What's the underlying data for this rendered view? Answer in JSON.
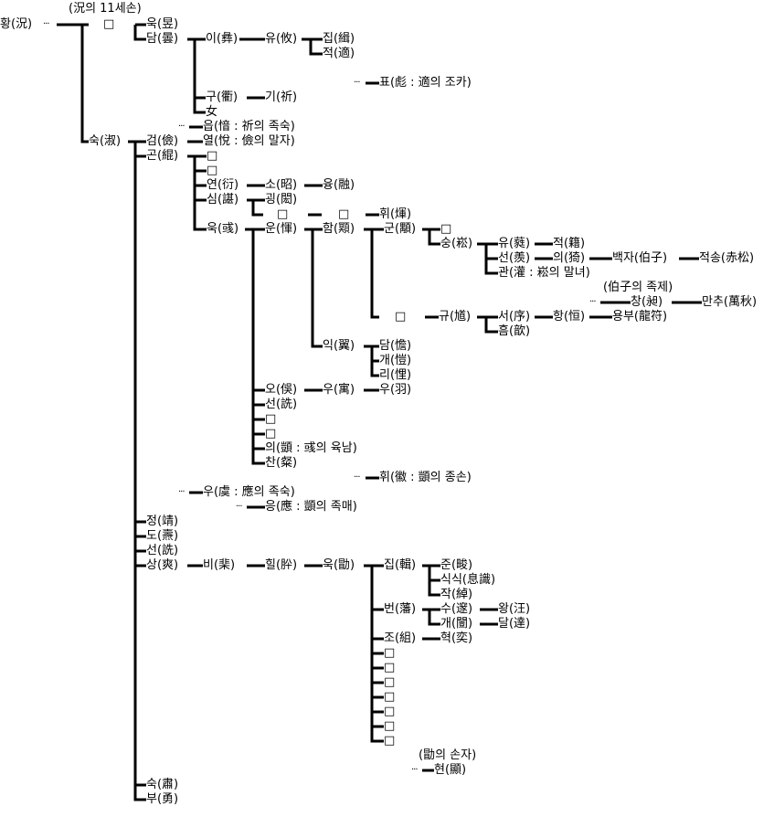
{
  "title_note": "(況의 11세손)",
  "dots": "···",
  "box": "□",
  "dash": "—",
  "n": {
    "hwang": "황(況)",
    "uk_yu": "욱(昱)",
    "dam_un": "담(曇)",
    "i": "이(彝)",
    "yu_you": "유(攸)",
    "jip": "집(緝)",
    "jeok": "적(適)",
    "pyo": "표(彪 : 適의 조카)",
    "gu": "구(衢)",
    "gi": "기(祈)",
    "nyeo": "女",
    "eup": "읍(愔 : 祈의 족숙)",
    "suk_shuk": "숙(淑)",
    "geom": "검(儉)",
    "yeol": "열(悅 : 儉의 말자)",
    "gon": "곤(緄)",
    "yeon": "연(衍)",
    "so": "소(昭)",
    "yung": "융(融)",
    "sim": "심(諶)",
    "goeng": "굉(閎)",
    "hwi_hui": "휘(煇)",
    "uk_huk": "욱(彧)",
    "un": "운(惲)",
    "ham": "함(䫤)",
    "gun": "군(顒)",
    "sung": "숭(崧)",
    "yu_rui": "유(蕤)",
    "jeok_ji": "적(籍)",
    "seon_xian": "선(羨)",
    "ui_yi": "의(猗)",
    "baekja": "백자(伯子)",
    "jeoksong": "적송(赤松)",
    "gwan": "관(灌 : 崧의 말녀)",
    "baekja_note": "(伯子의 족제)",
    "chang": "창(昶)",
    "manchu": "만추(萬秋)",
    "gyu": "규(馗)",
    "seo": "서(序)",
    "hang": "항(恒)",
    "yongbu": "용부(龍符)",
    "heum": "흠(歆)",
    "ik": "익(翼)",
    "dam_dan": "담(憺)",
    "gae_kai": "개(愷)",
    "ri": "리(悝)",
    "o": "오(俁)",
    "u_yu": "우(寓)",
    "u_yu2": "우(羽)",
    "seon_shen": "선(詵)",
    "ui_yi2": "의(顗 : 彧의 육남)",
    "chan": "찬(粲)",
    "hwi_hui2": "휘(徽 : 顗의 종손)",
    "u_yu3": "우(虞 : 應의 족숙)",
    "eung": "응(應 : 顗의 족매)",
    "jeong": "정(靖)",
    "do": "도(燾)",
    "seon_shen2": "선(詵)",
    "sang": "상(爽)",
    "bi": "비(棐)",
    "hil": "힐(肸)",
    "uk_xu": "욱(勖)",
    "jip_ji": "집(輯)",
    "jun": "준(畯)",
    "siksik": "식식(息識)",
    "jak": "작(綽)",
    "beon": "번(藩)",
    "su": "수(邃)",
    "wang": "왕(汪)",
    "gae_kai2": "개(闓)",
    "dal": "달(達)",
    "jo": "조(組)",
    "hyeok": "혁(奕)",
    "xu_note": "(勖의 손자)",
    "hyeon": "현(顯)",
    "suk_su": "숙(肅)",
    "bu": "부(勇)"
  }
}
